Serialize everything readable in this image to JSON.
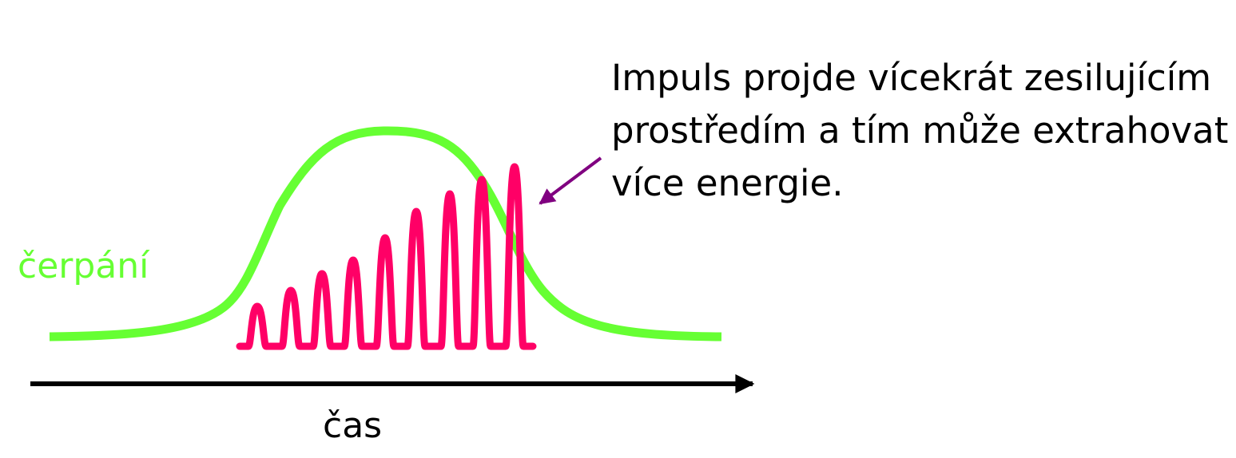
{
  "labels": {
    "pump": "čerpání",
    "time_axis": "čas"
  },
  "annotation": {
    "lines": [
      "Impuls projde vícekrát zesilujícím",
      "prostředím a tím může extrahovat",
      "více energie."
    ]
  },
  "colors": {
    "pump_curve": "#66ff33",
    "pulse_train": "#ff0066",
    "arrow": "#800080",
    "axis": "#000000",
    "text": "#000000"
  },
  "icons": {
    "time_axis": "right-arrow-icon",
    "annotation_pointer": "pointer-arrow-icon"
  }
}
